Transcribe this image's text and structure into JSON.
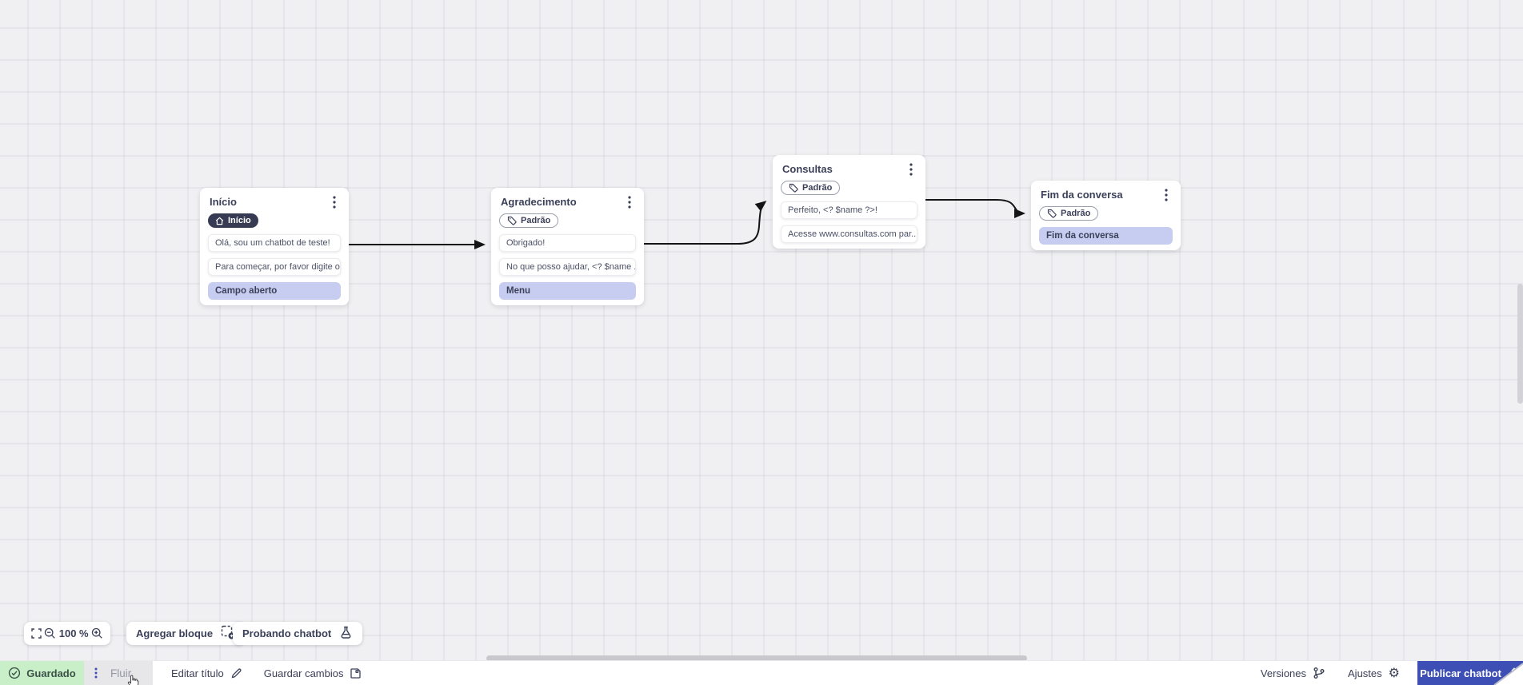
{
  "canvas": {
    "nodes": [
      {
        "title": "Início",
        "badge_label": "Início",
        "messages": [
          "Olá, sou um chatbot de teste!",
          "Para começar, por favor digite o ...",
          "Campo aberto"
        ]
      },
      {
        "title": "Agradecimento",
        "badge_label": "Padrão",
        "messages": [
          "Obrigado!",
          "No que posso ajudar, <? $name ...",
          "Menu"
        ]
      },
      {
        "title": "Consultas",
        "badge_label": "Padrão",
        "messages": [
          "Perfeito, <? $name ?>!",
          "Acesse www.consultas.com par..."
        ]
      },
      {
        "title": "Fim da conversa",
        "badge_label": "Padrão",
        "messages": [
          "Fim da conversa"
        ]
      }
    ]
  },
  "canvas_toolbar": {
    "zoom_level": "100 %",
    "add_block_label": "Agregar bloque",
    "test_chatbot_label": "Probando chatbot"
  },
  "statusbar": {
    "saved_label": "Guardado",
    "flow_tab_label": "Fluir",
    "edit_title_label": "Editar título",
    "save_changes_label": "Guardar cambios",
    "versions_label": "Versiones",
    "settings_label": "Ajustes",
    "publish_label": "Publicar chatbot"
  },
  "icons": {
    "gear": "⚙",
    "kebab": "vertical-three-dots",
    "home": "house",
    "tag": "label-tag",
    "check": "check-circle",
    "pencil": "edit-pencil",
    "floppy": "save-disk",
    "branch": "git-branch",
    "upload": "publish-upload",
    "flask": "test-flask"
  },
  "colors": {
    "accent": "#3d4eb5",
    "saved_bg": "#c9efc8",
    "saved_text": "#3c5148",
    "highlight_row": "#c7cdf0",
    "dark_badge": "#363b53",
    "connector": "#141414",
    "canvas_bg": "#f0f0f2"
  }
}
